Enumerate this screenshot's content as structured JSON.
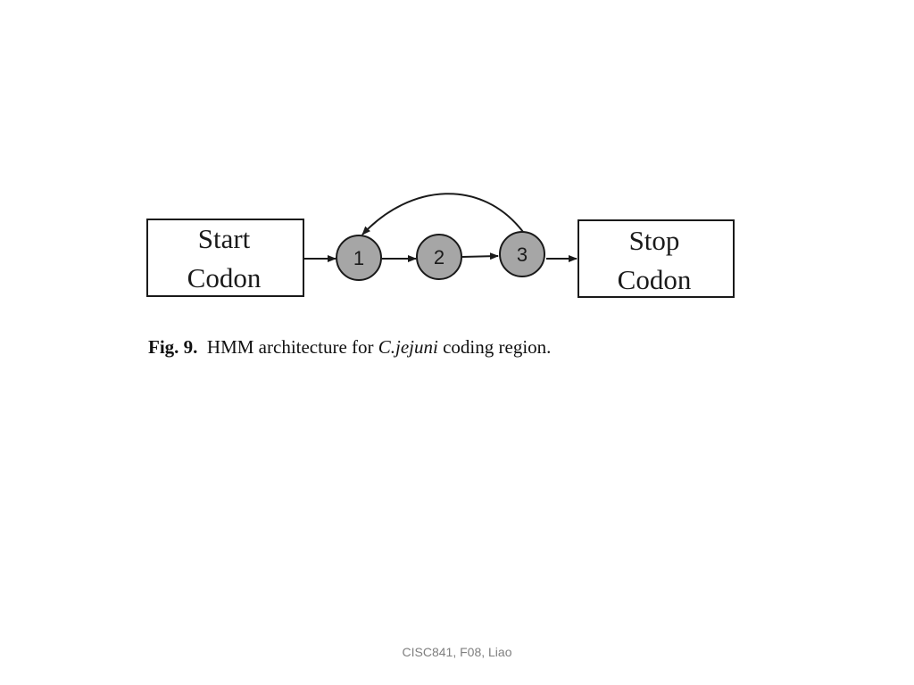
{
  "diagram": {
    "start_box": {
      "line1": "Start",
      "line2": "Codon"
    },
    "stop_box": {
      "line1": "Stop",
      "line2": "Codon"
    },
    "states": [
      "1",
      "2",
      "3"
    ],
    "node_fill": "#a6a6a6",
    "line_color": "#1a1a1a"
  },
  "caption": {
    "fig_label": "Fig. 9.",
    "text_before": "HMM architecture for",
    "species": "C.jejuni",
    "text_after": "coding region."
  },
  "footer": {
    "text": "CISC841, F08, Liao"
  }
}
